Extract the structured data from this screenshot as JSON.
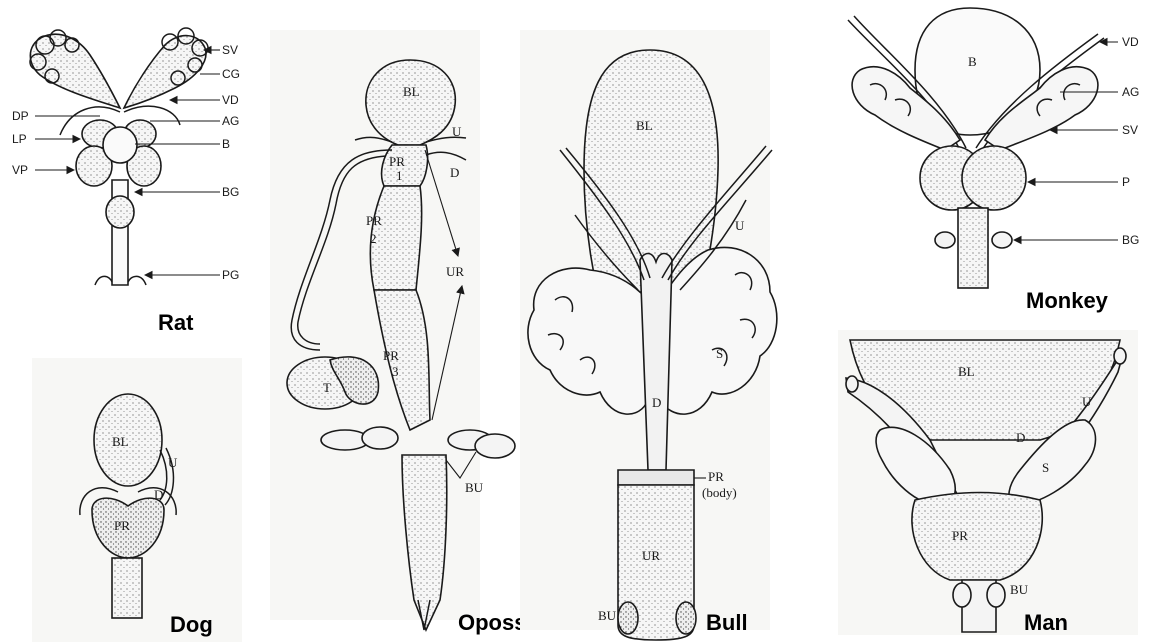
{
  "panels": {
    "rat": {
      "title": "Rat",
      "labels": {
        "sv": "SV",
        "cg": "CG",
        "vd": "VD",
        "ag": "AG",
        "dp": "DP",
        "lp": "LP",
        "b": "B",
        "vp": "VP",
        "bg": "BG",
        "pg": "PG"
      }
    },
    "dog": {
      "title": "Dog",
      "labels": {
        "bl": "BL",
        "u": "U",
        "d": "D",
        "pr": "PR"
      }
    },
    "opossum": {
      "title": "Opossum",
      "labels": {
        "bl": "BL",
        "u": "U",
        "pr1_a": "PR",
        "pr1_b": "1",
        "d": "D",
        "pr2_a": "PR",
        "pr2_b": "2",
        "ur": "UR",
        "pr3_a": "PR",
        "pr3_b": "3",
        "t": "T",
        "bu": "BU"
      }
    },
    "bull": {
      "title": "Bull",
      "labels": {
        "bl": "BL",
        "u": "U",
        "s": "S",
        "d": "D",
        "pr": "PR",
        "pr_body": "(body)",
        "ur": "UR",
        "bu": "BU"
      }
    },
    "monkey": {
      "title": "Monkey",
      "labels": {
        "b": "B",
        "vd": "VD",
        "ag": "AG",
        "sv": "SV",
        "p": "P",
        "bg": "BG"
      }
    },
    "man": {
      "title": "Man",
      "labels": {
        "bl": "BL",
        "u": "U",
        "d": "D",
        "s": "S",
        "pr": "PR",
        "bu": "BU"
      }
    }
  }
}
